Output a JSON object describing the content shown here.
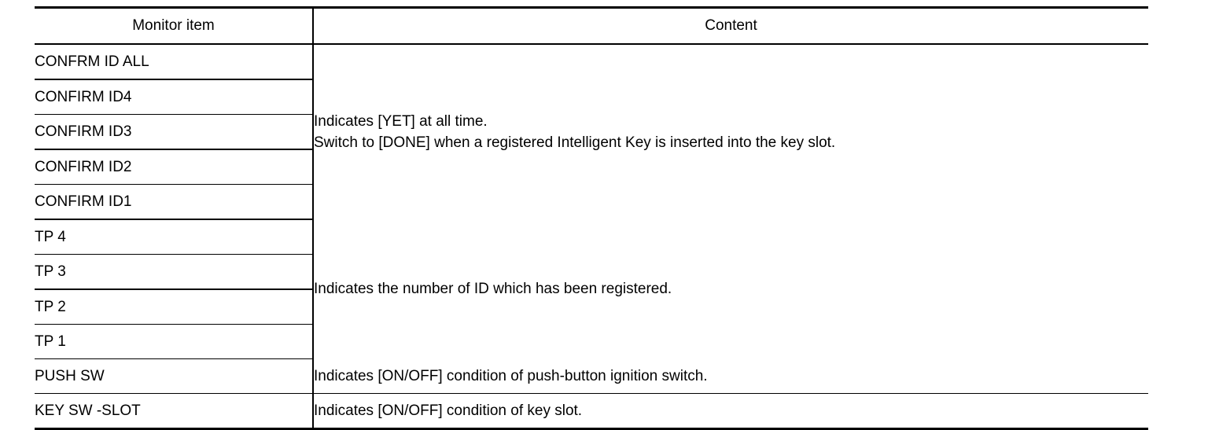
{
  "document": {
    "type": "service-manual-table",
    "title": "Monitor item / Content table"
  },
  "table": {
    "headers": {
      "item": "Monitor item",
      "content": "Content"
    },
    "groups": [
      {
        "id": "confirm-id-group",
        "items": [
          "CONFRM ID ALL",
          "CONFIRM ID4",
          "CONFIRM ID3",
          "CONFIRM ID2",
          "CONFIRM ID1"
        ],
        "content_lines": [
          "Indicates [YET] at all time.",
          "Switch to [DONE] when a registered Intelligent Key is inserted into the key slot."
        ]
      },
      {
        "id": "tp-group",
        "items": [
          "TP 4",
          "TP 3",
          "TP 2",
          "TP 1"
        ],
        "content_lines": [
          "Indicates the number of ID which has been registered."
        ]
      },
      {
        "id": "push-sw-group",
        "items": [
          "PUSH SW"
        ],
        "content_lines": [
          "Indicates [ON/OFF] condition of push-button ignition switch."
        ]
      },
      {
        "id": "key-sw-slot-group",
        "items": [
          "KEY SW -SLOT"
        ],
        "content_lines": [
          "Indicates [ON/OFF] condition of key slot."
        ]
      }
    ]
  },
  "style": {
    "text_color": "#000000",
    "background_color": "#ffffff",
    "rule_color": "#000000"
  }
}
